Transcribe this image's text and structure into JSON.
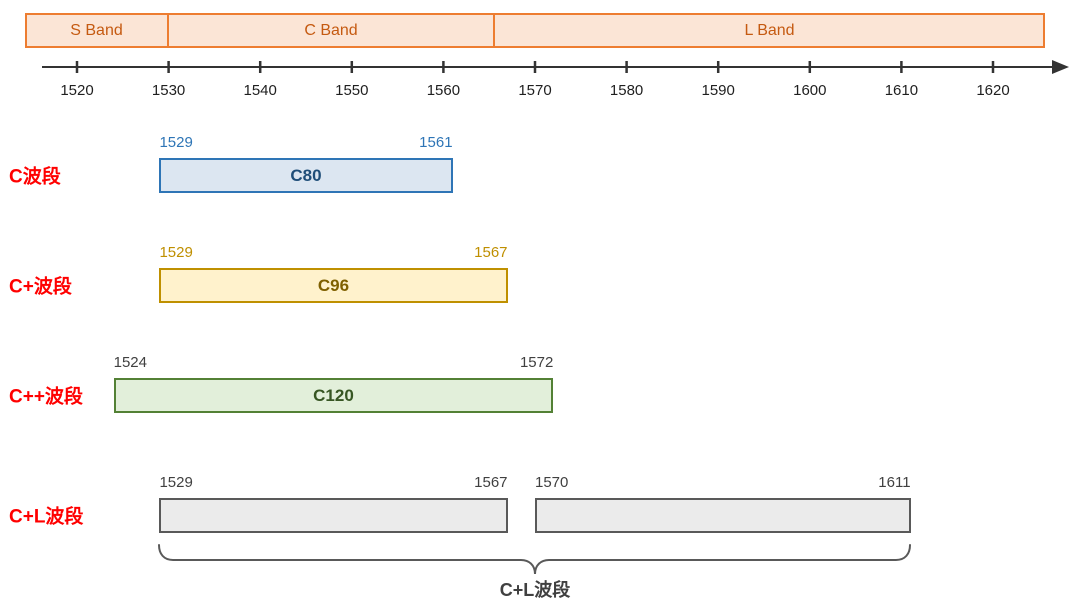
{
  "colors": {
    "band_fill": "#FBE5D6",
    "band_border": "#ED7D31",
    "band_text": "#C55A11",
    "axis": "#333333",
    "row_label": "#FF0000",
    "brace": "#595959",
    "brace_label": "#404040",
    "schemes": {
      "blue": {
        "fill": "#DCE6F1",
        "border": "#2E75B6",
        "text": "#1F4E79",
        "numbers": "#2E75B6"
      },
      "yellow": {
        "fill": "#FFF2CC",
        "border": "#BF9000",
        "text": "#7F6000",
        "numbers": "#BF8F00"
      },
      "green": {
        "fill": "#E2EFDA",
        "border": "#538135",
        "text": "#375623",
        "numbers": "#404040"
      },
      "gray": {
        "fill": "#EBEBEB",
        "border": "#595959",
        "text": "#404040",
        "numbers": "#404040"
      }
    }
  },
  "top_bands": {
    "segments": [
      {
        "label": "S Band"
      },
      {
        "label": "C Band"
      },
      {
        "label": "L Band"
      }
    ]
  },
  "axis": {
    "ticks": [
      1520,
      1530,
      1540,
      1550,
      1560,
      1570,
      1580,
      1590,
      1600,
      1610,
      1620
    ]
  },
  "rows": [
    {
      "label": "C波段",
      "bars": [
        {
          "name": "C80",
          "start": 1529,
          "end": 1561,
          "scheme": "blue"
        }
      ]
    },
    {
      "label": "C+波段",
      "bars": [
        {
          "name": "C96",
          "start": 1529,
          "end": 1567,
          "scheme": "yellow"
        }
      ]
    },
    {
      "label": "C++波段",
      "bars": [
        {
          "name": "C120",
          "start": 1524,
          "end": 1572,
          "scheme": "green"
        }
      ]
    },
    {
      "label": "C+L波段",
      "bars": [
        {
          "name": "",
          "start": 1529,
          "end": 1567,
          "scheme": "gray"
        },
        {
          "name": "",
          "start": 1570,
          "end": 1611,
          "scheme": "gray"
        }
      ]
    }
  ],
  "brace": {
    "label": "C+L波段"
  }
}
